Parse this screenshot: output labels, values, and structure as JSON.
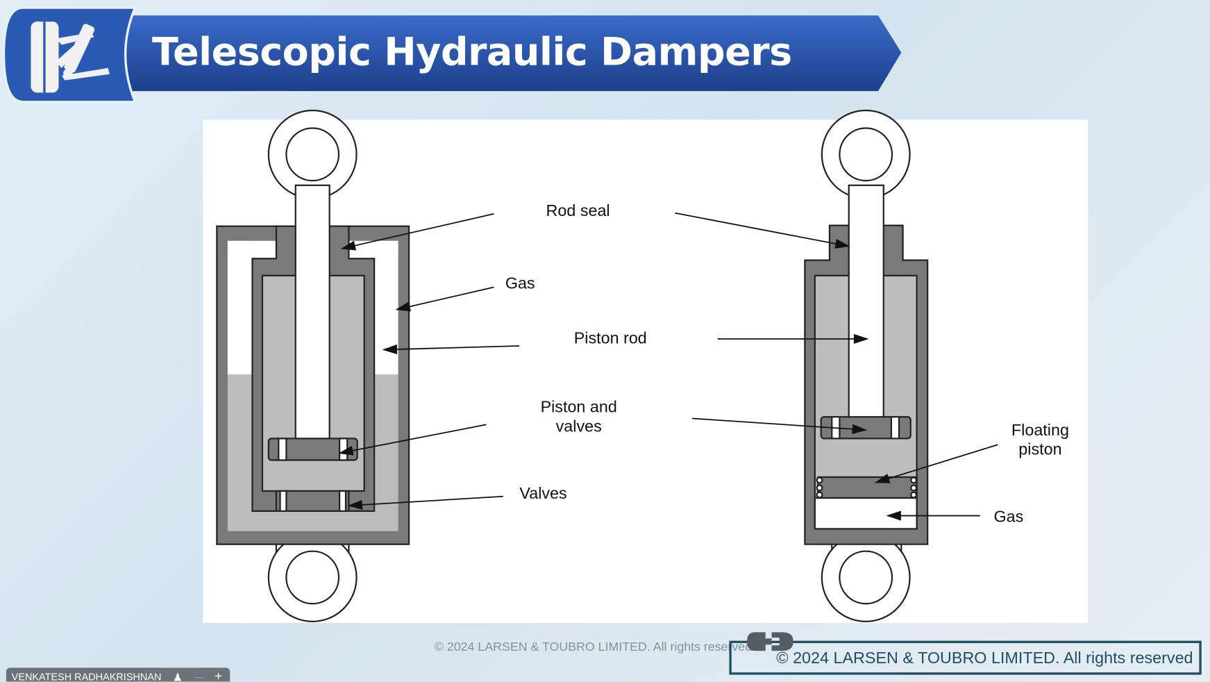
{
  "slide": {
    "title": "Telescopic Hydraulic Dampers",
    "logo_icon": "suspension-wheel-icon",
    "colors": {
      "banner": "#2a58b0",
      "banner_dark": "#1b3c86",
      "copyright": "#1d4f63"
    }
  },
  "diagram": {
    "labels": {
      "rod_seal": "Rod seal",
      "gas_left": "Gas",
      "piston_rod": "Piston rod",
      "piston_and_valves_1": "Piston and",
      "piston_and_valves_2": "valves",
      "valves": "Valves",
      "floating_piston_1": "Floating",
      "floating_piston_2": "piston",
      "gas_right": "Gas"
    }
  },
  "footer": {
    "faint_copyright": "© 2024 LARSEN & TOUBRO LIMITED. All rights reserved",
    "copyright": "© 2024 LARSEN & TOUBRO LIMITED. All rights reserved"
  },
  "presenter": {
    "name": "VENKATESH RADHAKRISHNAN",
    "minus": "—",
    "plus": "+"
  }
}
